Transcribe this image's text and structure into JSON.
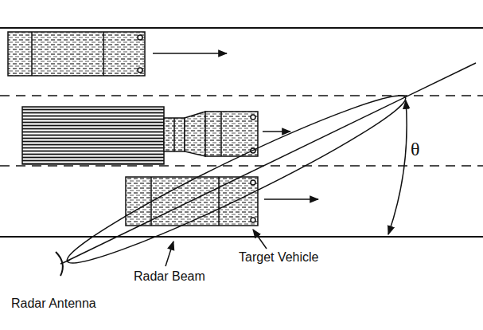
{
  "diagram": {
    "labels": [
      "θ",
      "Target Vehicle",
      "Radar Beam",
      "Radar Antenna"
    ]
  }
}
